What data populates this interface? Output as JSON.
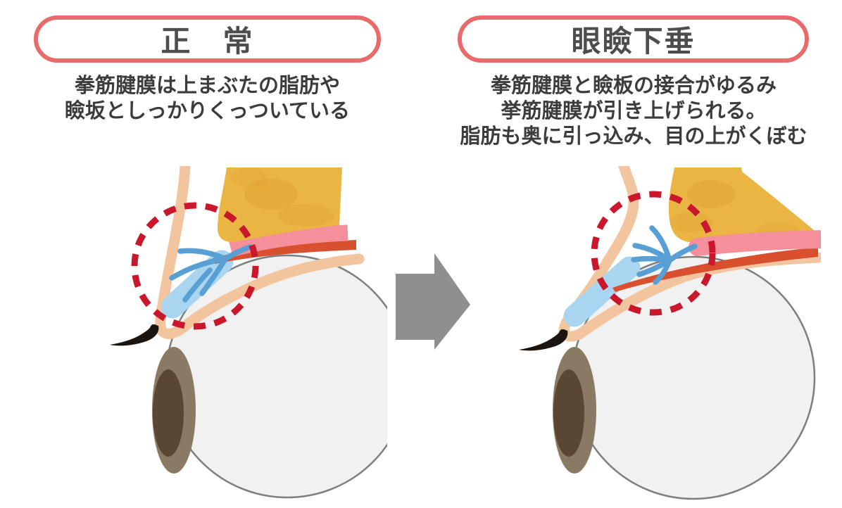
{
  "panels": {
    "left": {
      "title": "正　常",
      "description_lines": [
        "拳筋腱膜は上まぶたの脂肪や",
        "瞼坂としっかりくっついている"
      ],
      "diagram_label": "normal-eyelid-cross-section"
    },
    "right": {
      "title": "眼瞼下垂",
      "description_lines": [
        "拳筋腱膜と瞼板の接合がゆるみ",
        "挙筋腱膜が引き上げられる。",
        "脂肪も奥に引っ込み、目の上がくぼむ"
      ],
      "diagram_label": "ptosis-eyelid-cross-section"
    }
  },
  "arrow": {
    "direction": "right"
  },
  "colors": {
    "pill_border": "#E96A6A",
    "title_text": "#4D4D4D",
    "desc_text": "#3C3C3C",
    "arrow_gray": "#8F8F8F",
    "fat_yellow": "#EAB542",
    "fat_texture": "#D9952B",
    "pink_muscle": "#F48F9B",
    "orange_red": "#D8502E",
    "skin_peach": "#F2C59E",
    "tarsal_blue": "#A9D5F0",
    "branch_blue": "#579FD4",
    "dashed_red": "#C9182C",
    "eyeball_fill": "#F1F1F1",
    "eyeball_stroke": "#7E7E7E",
    "iris_outer": "#8B7A63",
    "iris_inner": "#594733",
    "lash_black": "#1C140E"
  }
}
